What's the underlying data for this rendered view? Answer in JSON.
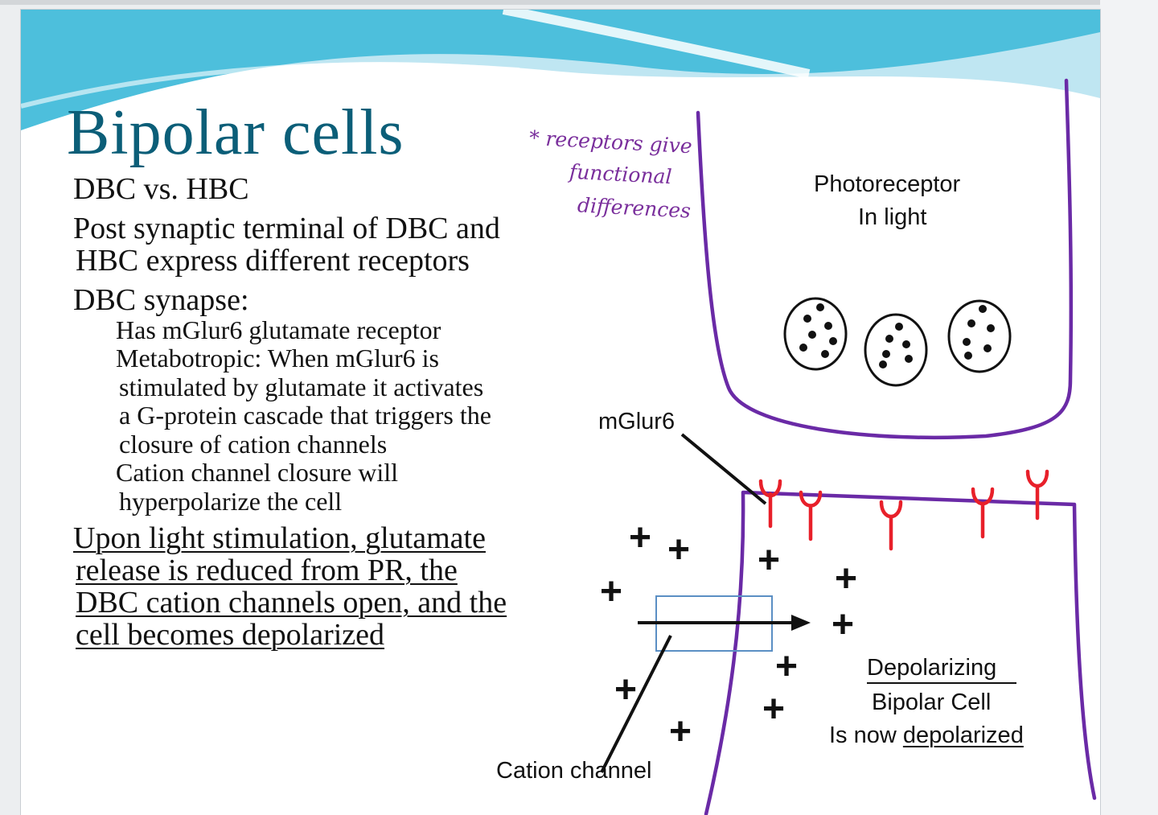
{
  "slide": {
    "title": "Bipolar cells",
    "bullets": {
      "b1": "DBC vs. HBC",
      "b2_line1": "Post synaptic terminal of DBC and",
      "b2_line2": "HBC express different receptors",
      "b3": "DBC synapse:",
      "sub1": "Has mGlur6 glutamate receptor",
      "sub2_line1": "Metabotropic: When mGlur6 is",
      "sub2_line2": "stimulated by glutamate it activates",
      "sub2_line3": "a G-protein cascade that triggers the",
      "sub2_line4": "closure of cation channels",
      "sub3_line1": "Cation channel closure will",
      "sub3_line2": "hyperpolarize the cell",
      "u_line1": "Upon light stimulation, glutamate",
      "u_line2": "release is reduced from PR, the",
      "u_line3": "DBC cation channels open, and the",
      "u_line4": "cell becomes depolarized"
    },
    "handwritten_note": {
      "line1": "* receptors give",
      "line2": "functional",
      "line3": "differences"
    }
  },
  "diagram": {
    "photoreceptor_line1": "Photoreceptor",
    "photoreceptor_line2": "In light",
    "receptor_label": "mGlur6",
    "channel_label": "Cation channel",
    "bipolar_line1": "Depolarizing",
    "bipolar_line2": "Bipolar Cell",
    "bipolar_line3_prefix": "Is now ",
    "bipolar_line3_underlined": "depolarized",
    "plus_sign": "+",
    "colors": {
      "membrane": "#6a2aa6",
      "receptor": "#e8202a",
      "title": "#0b5e78",
      "channel_box": "#5b8fc4",
      "wave_light": "#bfe6f2",
      "wave_dark": "#4dbfdc"
    }
  }
}
